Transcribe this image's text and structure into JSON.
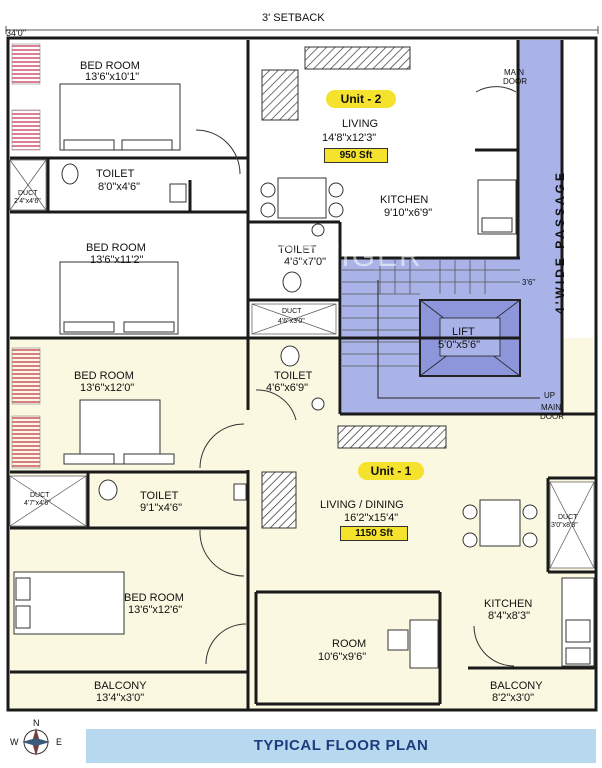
{
  "header": {
    "setback_label": "3' SETBACK",
    "width_label": "34'0\""
  },
  "unit2": {
    "badge": "Unit - 2",
    "area": "950 Sft",
    "bedroom1": {
      "name": "BED ROOM",
      "dim": "13'6\"x10'1\""
    },
    "bedroom2": {
      "name": "BED ROOM",
      "dim": "13'6\"x11'2\""
    },
    "toilet1": {
      "name": "TOILET",
      "dim": "8'0\"x4'6\""
    },
    "toilet2": {
      "name": "TOILET",
      "dim": "4'6\"x7'0\""
    },
    "duct1": {
      "name": "DUCT",
      "dim": "2'4\"x4'6\""
    },
    "duct2": {
      "name": "DUCT",
      "dim": "4'6\"x3'0\""
    },
    "living": {
      "name": "LIVING",
      "dim": "14'8\"x12'3\""
    },
    "kitchen": {
      "name": "KITCHEN",
      "dim": "9'10\"x6'9\""
    },
    "main_door": {
      "line1": "MAIN",
      "line2": "DOOR"
    }
  },
  "core": {
    "passage": "4'WIDE PASSAGE",
    "passage_dim": "3'6\"",
    "lift": {
      "name": "LIFT",
      "dim": "5'0\"x5'6\""
    },
    "up": "UP",
    "watermark": "PROPTIGER"
  },
  "unit1": {
    "badge": "Unit - 1",
    "area": "1150 Sft",
    "bedroom1": {
      "name": "BED ROOM",
      "dim": "13'6\"x12'0\""
    },
    "bedroom2": {
      "name": "BED ROOM",
      "dim": "13'6\"x12'6\""
    },
    "toilet1": {
      "name": "TOILET",
      "dim": "4'6\"x6'9\""
    },
    "toilet2": {
      "name": "TOILET",
      "dim": "9'1\"x4'6\""
    },
    "duct1": {
      "name": "DUCT",
      "dim": "4'7\"x4'6\""
    },
    "duct2": {
      "name": "DUCT",
      "dim": "3'0\"x8'3\""
    },
    "living": {
      "name": "LIVING / DINING",
      "dim": "16'2\"x15'4\""
    },
    "room": {
      "name": "ROOM",
      "dim": "10'6\"x9'6\""
    },
    "kitchen": {
      "name": "KITCHEN",
      "dim": "8'4\"x8'3\""
    },
    "balcony1": {
      "name": "BALCONY",
      "dim": "13'4\"x3'0\""
    },
    "balcony2": {
      "name": "BALCONY",
      "dim": "8'2\"x3'0\""
    },
    "main_door": {
      "line1": "MAIN",
      "line2": "DOOR"
    }
  },
  "compass": {
    "n": "N",
    "w": "W",
    "e": "E"
  },
  "footer": {
    "title": "TYPICAL FLOOR PLAN"
  },
  "colors": {
    "unit2_fill": "#ffffff",
    "unit1_fill": "#fbf8e1",
    "core_fill": "#aab3e8",
    "badge": "#f5e22c",
    "footer": "#b7d8ee",
    "title": "#1d3d7e",
    "wall": "#1a1a1a"
  }
}
